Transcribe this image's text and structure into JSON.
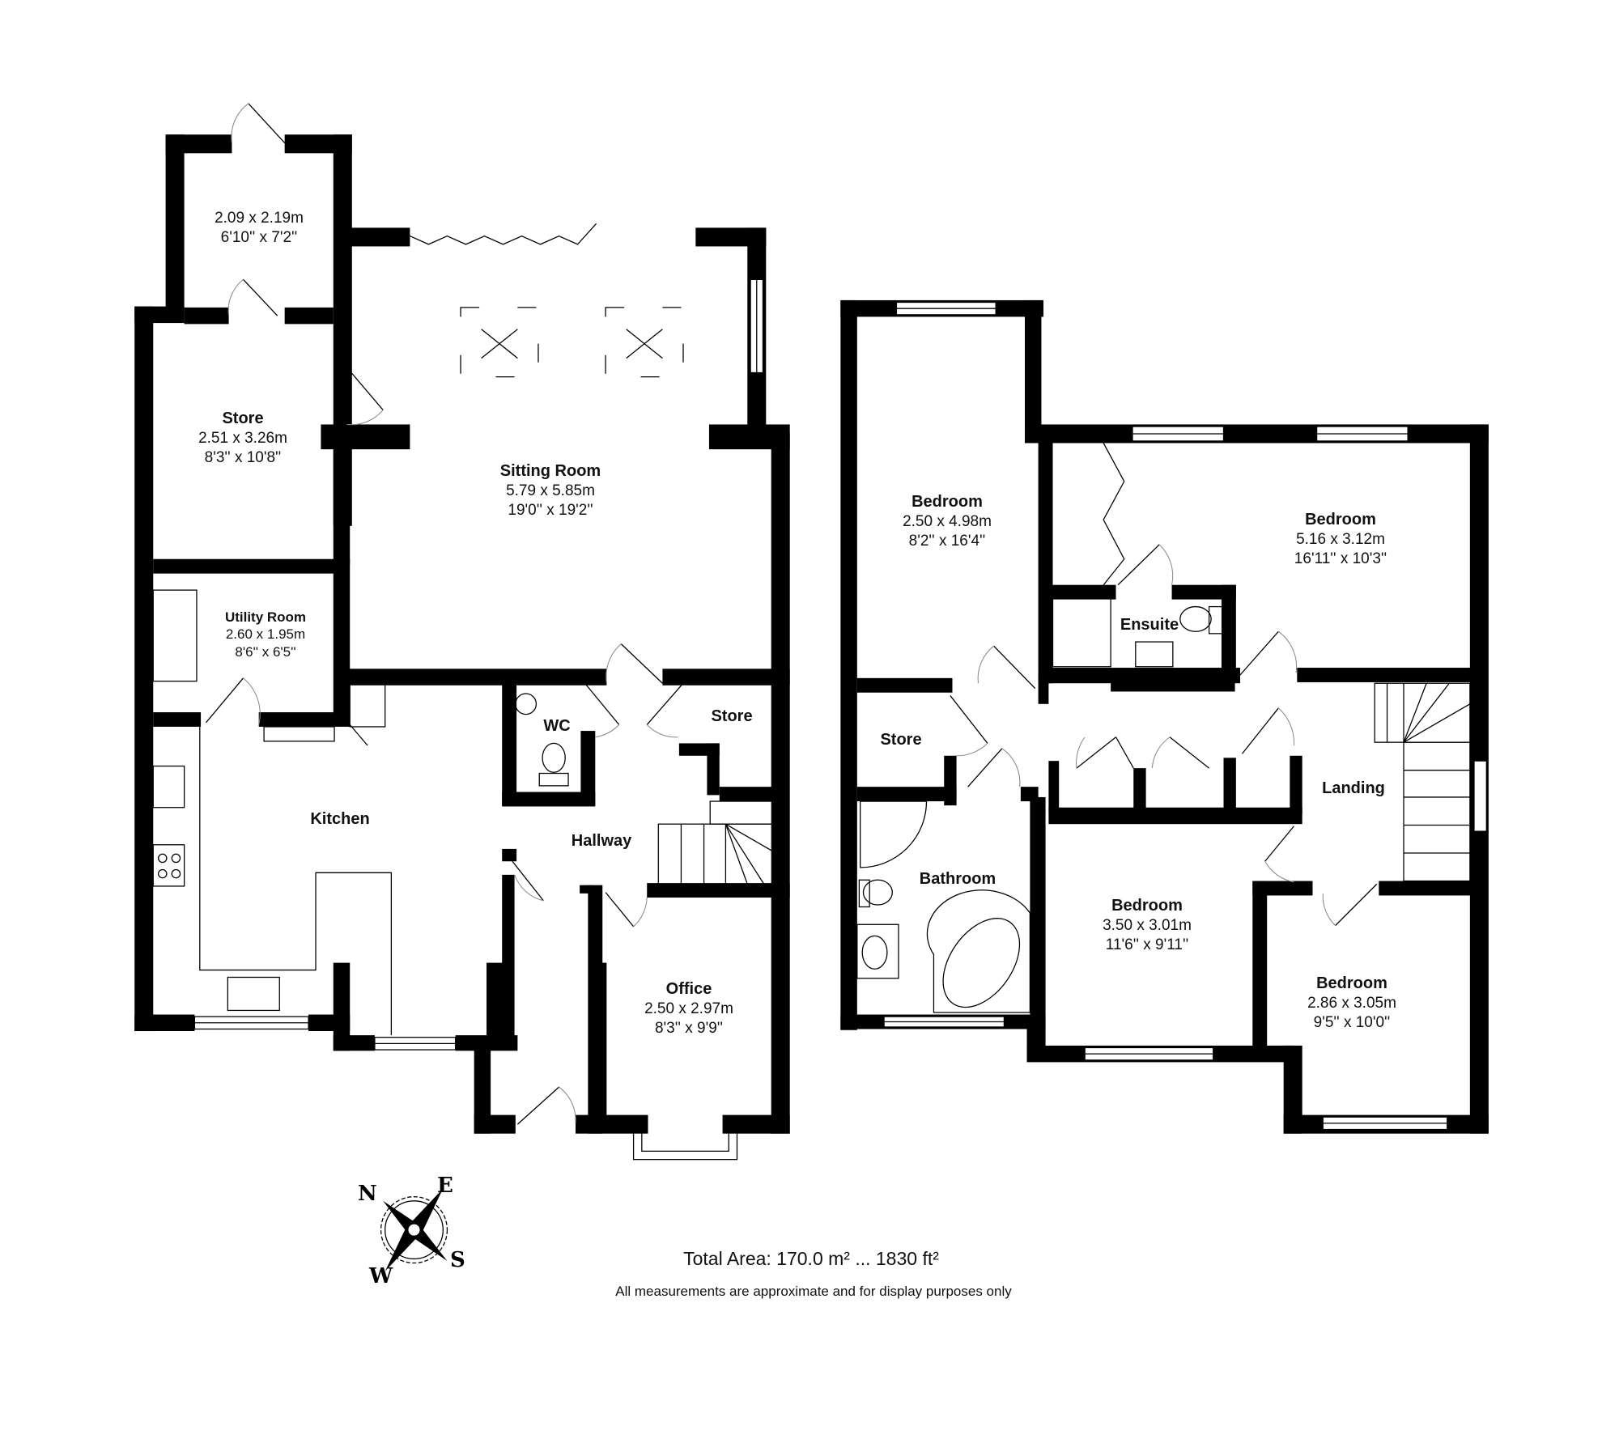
{
  "ground_floor": {
    "rooms": [
      {
        "name": "",
        "dim_m": "2.09 x 2.19m",
        "dim_ft": "6'10'' x 7'2''"
      },
      {
        "name": "Store",
        "dim_m": "2.51 x 3.26m",
        "dim_ft": "8'3'' x 10'8''"
      },
      {
        "name": "Sitting Room",
        "dim_m": "5.79 x 5.85m",
        "dim_ft": "19'0'' x 19'2''"
      },
      {
        "name": "Utility Room",
        "dim_m": "2.60 x 1.95m",
        "dim_ft": "8'6'' x 6'5''"
      },
      {
        "name": "Kitchen"
      },
      {
        "name": "WC"
      },
      {
        "name": "Store"
      },
      {
        "name": "Hallway"
      },
      {
        "name": "Office",
        "dim_m": "2.50 x 2.97m",
        "dim_ft": "8'3'' x 9'9''"
      }
    ]
  },
  "first_floor": {
    "rooms": [
      {
        "name": "Bedroom",
        "dim_m": "2.50 x 4.98m",
        "dim_ft": "8'2'' x 16'4''"
      },
      {
        "name": "Bedroom",
        "dim_m": "5.16 x 3.12m",
        "dim_ft": "16'11'' x 10'3''"
      },
      {
        "name": "Ensuite"
      },
      {
        "name": "Store"
      },
      {
        "name": "Landing"
      },
      {
        "name": "Bathroom"
      },
      {
        "name": "Bedroom",
        "dim_m": "3.50 x 3.01m",
        "dim_ft": "11'6'' x 9'11''"
      },
      {
        "name": "Bedroom",
        "dim_m": "2.86 x 3.05m",
        "dim_ft": "9'5'' x 10'0''"
      }
    ]
  },
  "compass": {
    "n": "N",
    "e": "E",
    "s": "S",
    "w": "W"
  },
  "footer": {
    "total_area": "Total Area: 170.0 m² ... 1830 ft²",
    "disclaimer": "All measurements are approximate and for display purposes only"
  }
}
